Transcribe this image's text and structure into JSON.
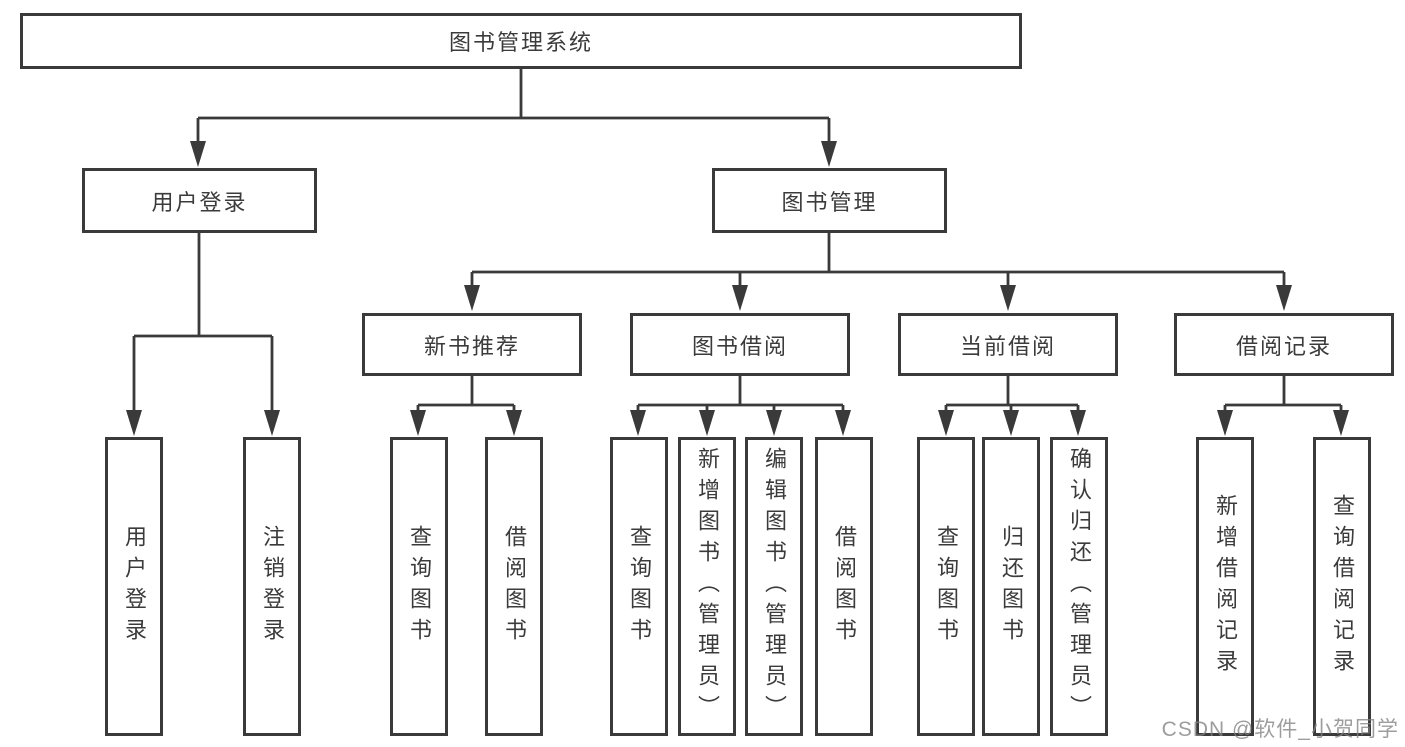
{
  "root": {
    "label": "图书管理系统"
  },
  "user_login": {
    "label": "用户登录",
    "leaves": [
      {
        "label": "用户登录"
      },
      {
        "label": "注销登录"
      }
    ]
  },
  "book_mgmt": {
    "label": "图书管理",
    "sections": [
      {
        "label": "新书推荐",
        "leaves": [
          {
            "label": "查询图书"
          },
          {
            "label": "借阅图书"
          }
        ]
      },
      {
        "label": "图书借阅",
        "leaves": [
          {
            "label": "查询图书"
          },
          {
            "label": "新增图书（管理员）"
          },
          {
            "label": "编辑图书（管理员）"
          },
          {
            "label": "借阅图书"
          }
        ]
      },
      {
        "label": "当前借阅",
        "leaves": [
          {
            "label": "查询图书"
          },
          {
            "label": "归还图书"
          },
          {
            "label": "确认归还（管理员）"
          }
        ]
      },
      {
        "label": "借阅记录",
        "leaves": [
          {
            "label": "新增借阅记录"
          },
          {
            "label": "查询借阅记录"
          }
        ]
      }
    ]
  },
  "watermark": "CSDN @软件_小贺同学",
  "colors": {
    "line": "#3a3a3a",
    "text": "#3b3b3b",
    "background": "#ffffff",
    "watermark": "#828282"
  }
}
